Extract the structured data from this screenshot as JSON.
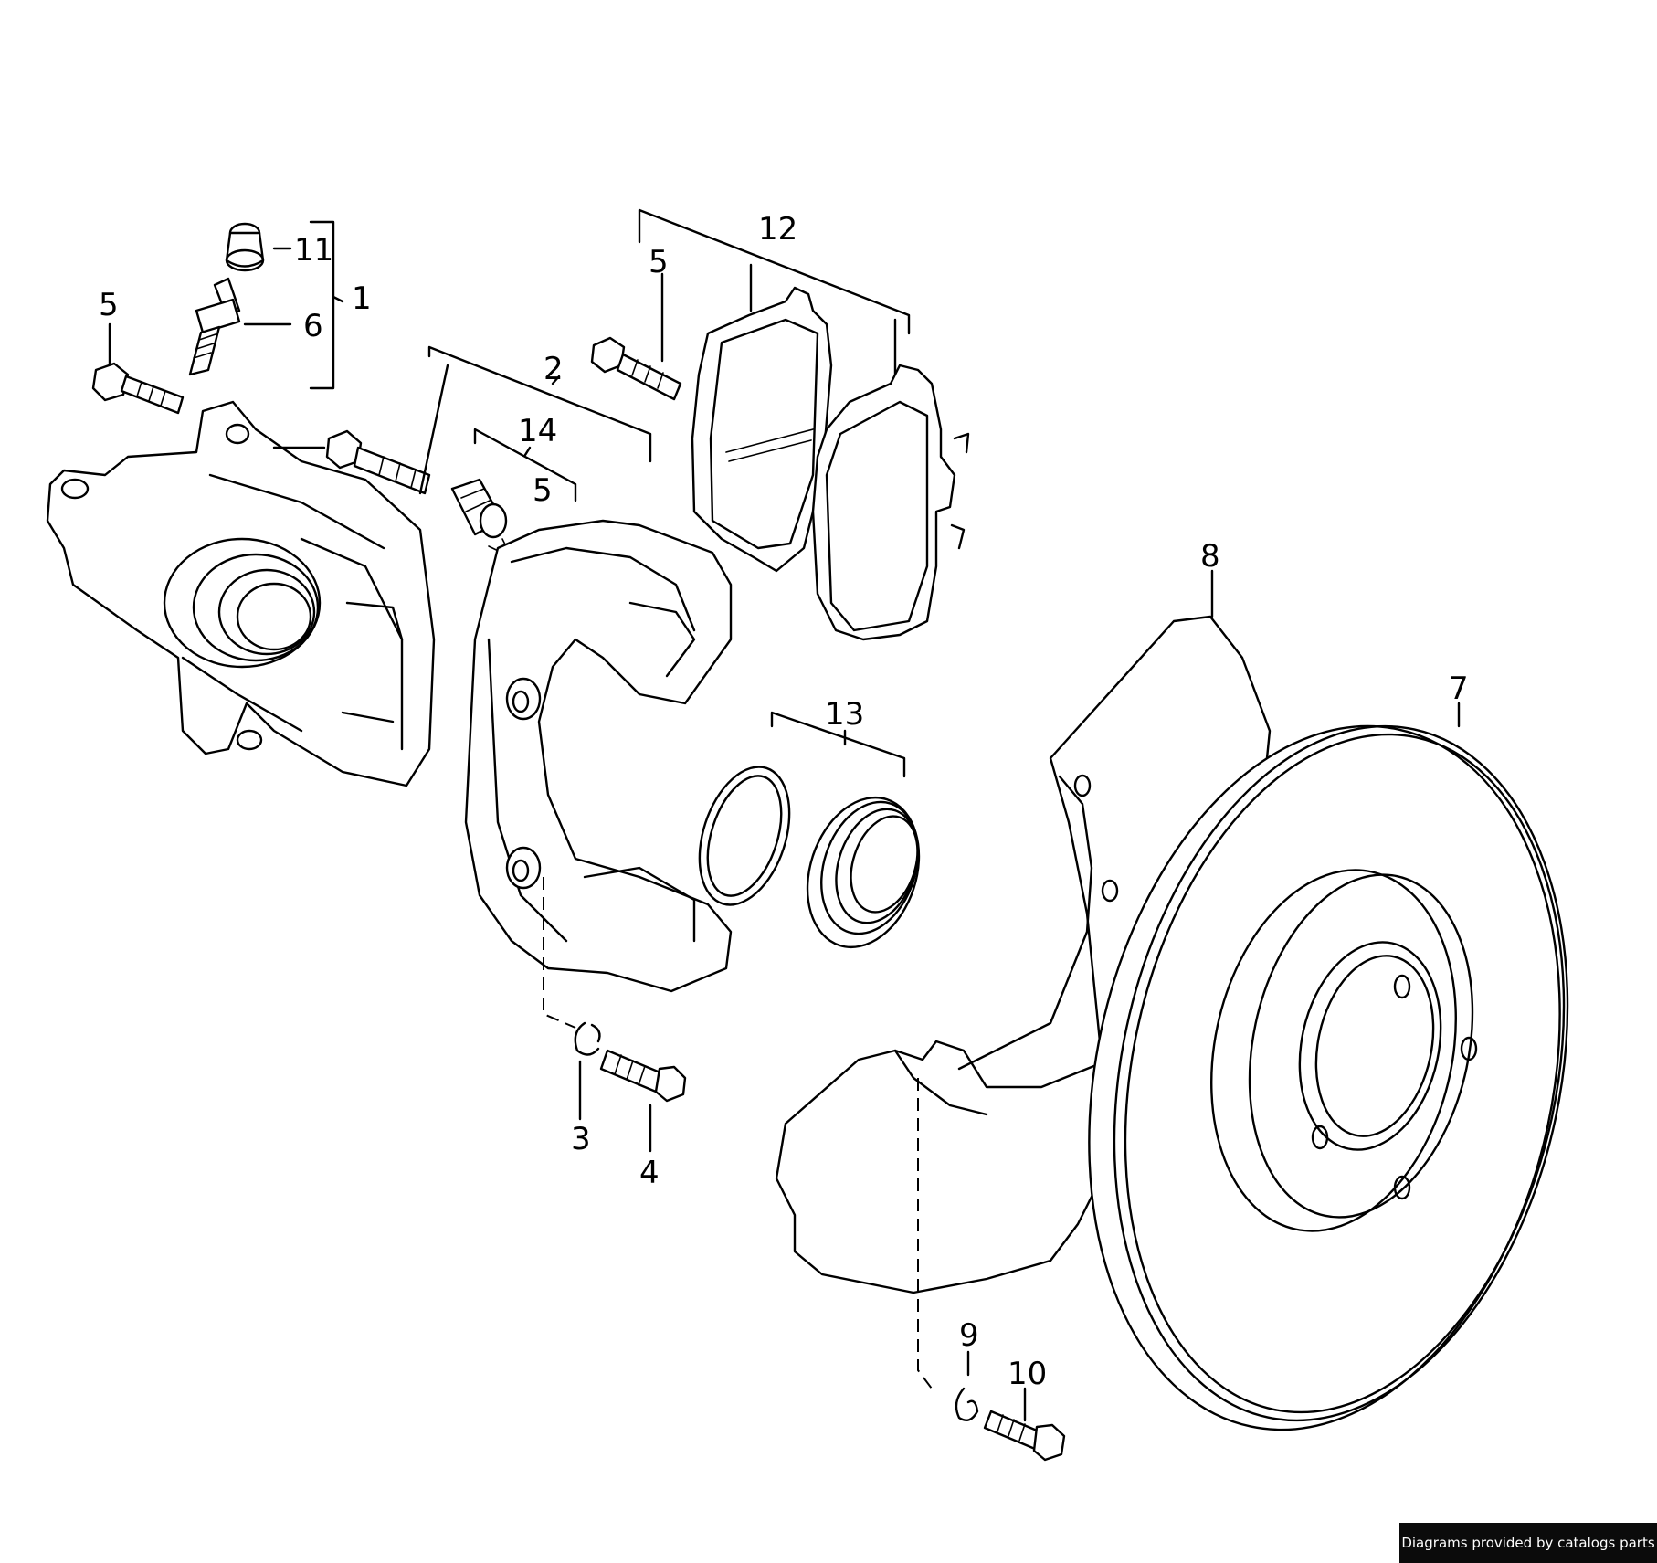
{
  "diagram": {
    "part_labels": {
      "p1": "1",
      "p2": "2",
      "p3": "3",
      "p4": "4",
      "p5a": "5",
      "p5b": "5",
      "p5c": "5",
      "p6": "6",
      "p7": "7",
      "p8": "8",
      "p9": "9",
      "p10": "10",
      "p11": "11",
      "p12": "12",
      "p13": "13",
      "p14": "14"
    }
  },
  "footer": {
    "credit": "Diagrams provided by catalogs parts"
  }
}
